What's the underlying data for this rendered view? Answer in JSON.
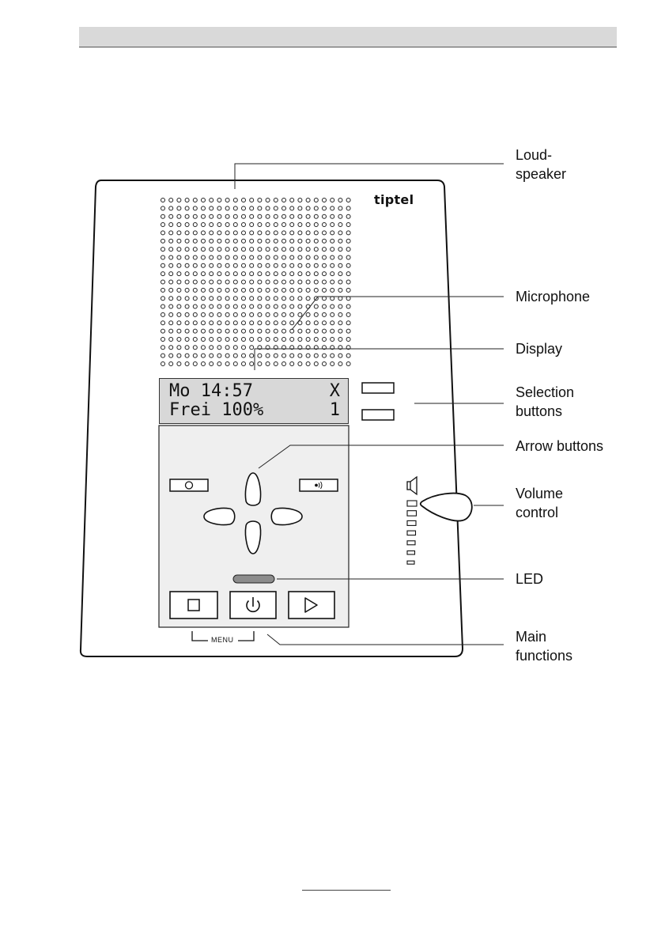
{
  "brand": "tiptel",
  "display": {
    "line1_left": "Mo 14:57",
    "line1_right": "X",
    "line2_left": "Frei 100%",
    "line2_right": "1"
  },
  "menu_label": "MENU",
  "callouts": {
    "loudspeaker": "Loud-\nspeaker",
    "microphone": "Microphone",
    "display": "Display",
    "selection_buttons": "Selection\nbuttons",
    "arrow_buttons": "Arrow buttons",
    "volume_control": "Volume\ncontrol",
    "led": "LED",
    "main_functions": "Main\nfunctions"
  },
  "icons": {
    "record": "circle-icon",
    "speakerphone": "speakerphone-icon",
    "stop": "stop-icon",
    "power": "power-icon",
    "play": "play-icon",
    "volume": "speaker-icon"
  },
  "colors": {
    "display_bg": "#d8d8d8",
    "header_bar": "#d9d9d9",
    "led": "#8c8c8c"
  }
}
